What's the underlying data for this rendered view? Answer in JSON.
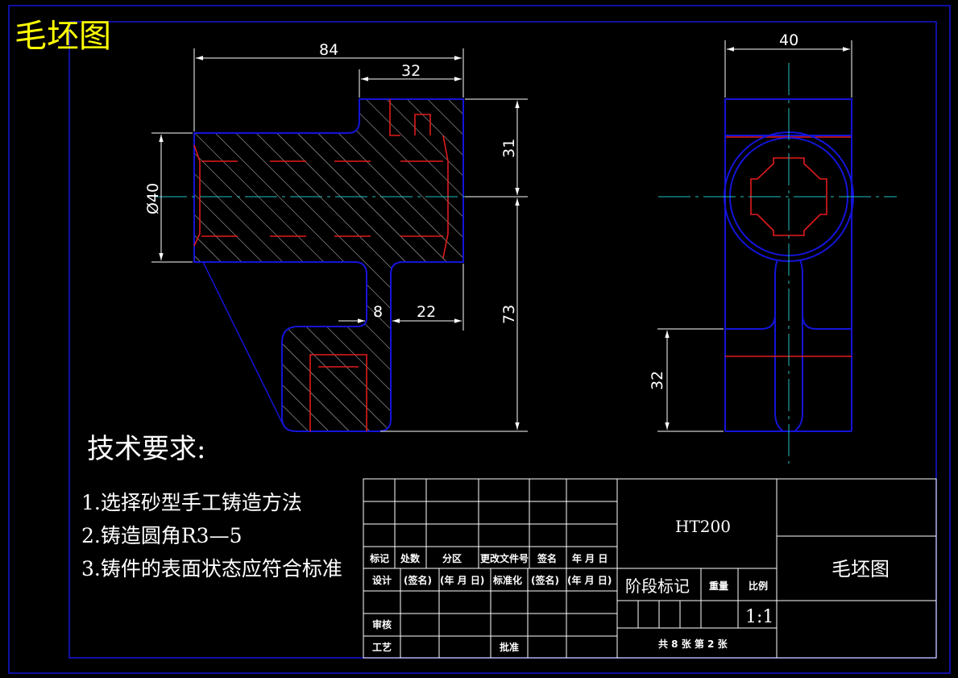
{
  "title": "毛坯图",
  "dimensions": {
    "d84": "84",
    "d32_top": "32",
    "d31": "31",
    "d73": "73",
    "d40_dia": "Ø40",
    "d8": "8",
    "d22": "22",
    "d40_side": "40",
    "d32_side": "32"
  },
  "tech_requirements": {
    "heading": "技术要求:",
    "items": [
      "1.选择砂型手工铸造方法",
      "2.铸造圆角R3—5",
      "3.铸件的表面状态应符合标准"
    ]
  },
  "title_block": {
    "material": "HT200",
    "drawing_name": "毛坯图",
    "row_labels": {
      "mark": "标记",
      "count": "处数",
      "zone": "分区",
      "change_doc": "更改文件号",
      "signature": "签名",
      "date": "年 月 日"
    },
    "design": "设计",
    "signed": "(签名)",
    "date_paren": "(年 月 日)",
    "standardize": "标准化",
    "signed2": "(签名)",
    "date_paren2": "(年 月 日)",
    "review": "审核",
    "process": "工艺",
    "approve": "批准",
    "stage_mark": "阶段标记",
    "weight": "重量",
    "scale_label": "比例",
    "scale_value": "1:1",
    "sheets": "共 8 张  第 2 张"
  },
  "colors": {
    "background": "#000000",
    "outline": "#1414d8",
    "hidden": "#e21b1b",
    "center": "#20c0c0",
    "dimension": "#ffffff",
    "title": "#ffff00"
  }
}
